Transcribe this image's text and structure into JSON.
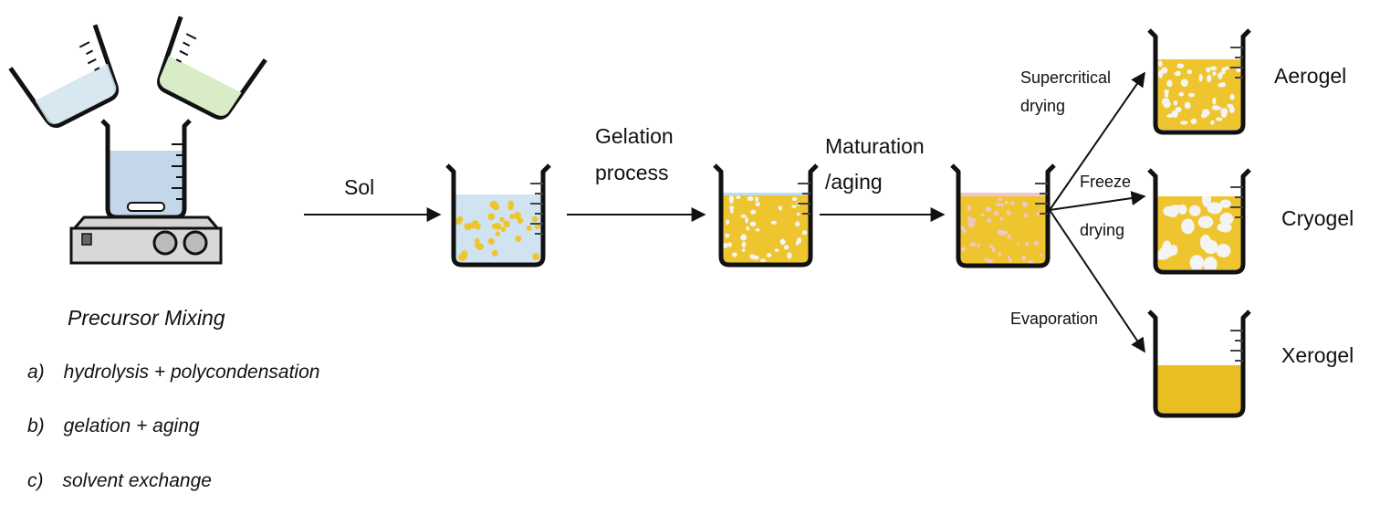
{
  "steps": {
    "sol": "Sol",
    "gelation_line1": "Gelation",
    "gelation_line2": "process",
    "maturation_line1": "Maturation",
    "maturation_line2": "/aging"
  },
  "branches": {
    "supercritical_line1": "Supercritical",
    "supercritical_line2": "drying",
    "freeze_line1": "Freeze",
    "freeze_line2": "drying",
    "evaporation": "Evaporation"
  },
  "products": {
    "aerogel": "Aerogel",
    "cryogel": "Cryogel",
    "xerogel": "Xerogel"
  },
  "precursor": {
    "title": "Precursor Mixing",
    "items": [
      "a) hydrolysis + polycondensation",
      "b) gelation + aging",
      "c) solvent exchange"
    ]
  },
  "colors": {
    "gel": "#efc52f",
    "gel_dark": "#dcae1f",
    "sol_liquid": "#cfe3f0",
    "mix_liquid": "#c4d7ea",
    "green_liquid": "#d8ecc7",
    "aging_pink": "#efc6cf",
    "pore": "#f4f4f4",
    "device": "#dadada"
  }
}
